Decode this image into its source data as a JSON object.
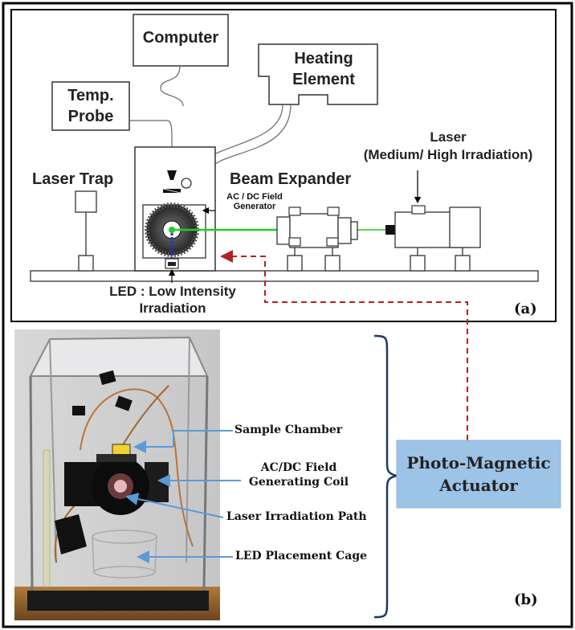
{
  "panel_a": {
    "computer": "Computer",
    "heating_line1": "Heating",
    "heating_line2": "Element",
    "temp_line1": "Temp.",
    "temp_line2": "Probe",
    "laser_trap": "Laser Trap",
    "acdc_line1": "AC / DC Field",
    "acdc_line2": "Generator",
    "beam_expander": "Beam Expander",
    "laser_line1": "Laser",
    "laser_line2": "(Medium/ High Irradiation)",
    "led_line1": "LED : Low Intensity",
    "led_line2": "Irradiation",
    "tag": "(a)"
  },
  "panel_b": {
    "sample_chamber": "Sample Chamber",
    "coil_line1": "AC/DC Field",
    "coil_line2": "Generating Coil",
    "laser_path": "Laser Irradiation Path",
    "led_cage": "LED Placement Cage",
    "tag": "(b)"
  },
  "actuator": {
    "line1": "Photo-Magnetic",
    "line2": "Actuator"
  },
  "colors": {
    "actuator_box": "#9dc3e6",
    "dashed_link": "#b22222",
    "label_arrow": "#5b9bd5",
    "beam": "#22cc22",
    "led_beam": "#2233cc",
    "bracket": "#1f3864"
  }
}
